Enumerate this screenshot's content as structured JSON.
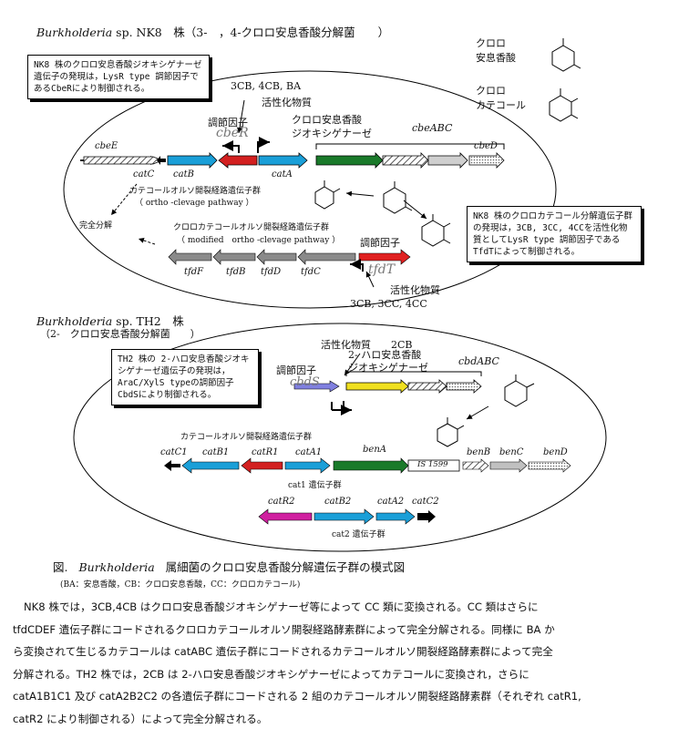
{
  "nk8": {
    "title_genus": "Burkholderia",
    "title_rest": "sp. NK8　株（3-　，4-クロロ安息香酸分解菌　　）",
    "legend_cba": "クロロ\n安息香酸",
    "legend_cc": "クロロ\nカテコール",
    "box_left": "NK8 株のクロロ安息香酸ジオキシゲナーゼ遺伝子の発現は，LysR type 調節因子であるCbeRにより制御される。",
    "box_right": "NK8 株のクロロカテコール分解遺伝子群の発現は，3CB, 3CC, 4CCを活性化物質としてLysR type 調節因子であるTfdTによって制御される。",
    "inducers_top": "3CB, 4CB, BA",
    "activator_top": "活性化物質",
    "regulator_top": "調節因子",
    "cber": "cbeR",
    "dioxygenase": "クロロ安息香酸\nジオキシゲナーゼ",
    "cbeABC": "cbeABC",
    "genes_top": [
      "cbeE",
      "catC",
      "catB",
      "catA",
      "cbeD"
    ],
    "ortho_label": "カテコールオルソ開裂経路遺伝子群",
    "ortho_sub": "（ ortho -clevage pathway ）",
    "modified_label": "クロロカテコールオルソ開裂経路遺伝子群",
    "modified_sub": "（ modified　ortho -clevage pathway ）",
    "complete": "完全分解",
    "regulator_bottom": "調節因子",
    "tfdT": "tfdT",
    "tfd_genes": [
      "tfdF",
      "tfdB",
      "tfdD",
      "tfdC"
    ],
    "activator_bottom": "活性化物質",
    "inducers_bottom": "3CB, 3CC, 4CC"
  },
  "th2": {
    "title_genus": "Burkholderia",
    "title_rest": "sp. TH2　株",
    "title_line2": "（2-　クロロ安息香酸分解菌　　）",
    "activator": "活性化物質　　2CB",
    "regulator": "調節因子",
    "cbds": "cbdS",
    "dioxygenase": "2- ハロ安息香酸\nジオキシゲナーゼ",
    "cbdABC": "cbdABC",
    "box": "TH2 株の 2-ハロ安息香酸ジオキシゲナーゼ遺伝子の発現は，AraC/XylS typeの調節因子CbdSにより制御される。",
    "catechol_label": "カテコールオルソ開裂経路遺伝子群",
    "genes_row1": [
      "catC1",
      "catB1",
      "catR1",
      "catA1",
      "benA",
      "benB",
      "benC",
      "benD"
    ],
    "is": "IS 1599",
    "cat1": "cat1 遺伝子群",
    "genes_row2": [
      "catR2",
      "catB2",
      "catA2",
      "catC2"
    ],
    "cat2": "cat2 遺伝子群"
  },
  "caption": {
    "prefix": "図.",
    "genus": "Burkholderia",
    "rest": "属細菌のクロロ安息香酸分解遺伝子群の模式図",
    "abbrev": "(BA：安息香酸，CB：クロロ安息香酸，CC：クロロカテコール)"
  },
  "paragraph": [
    "NK8 株では，3CB,4CB はクロロ安息香酸ジオキシゲナーゼ等によって CC 類に変換される。CC 類はさらに",
    "tfdCDEF 遺伝子群にコードされるクロロカテコールオルソ開裂経路酵素群によって完全分解される。同様に BA か",
    "ら変換されて生じるカテコールは catABC 遺伝子群にコードされるカテコールオルソ開裂経路酵素群によって完全",
    "分解される。TH2 株では，2CB は 2-ハロ安息香酸ジオキシゲナーゼによってカテコールに変換され，さらに",
    "catA1B1C1 及び catA2B2C2 の各遺伝子群にコードされる 2 組のカテコールオルソ開裂経路酵素群（それぞれ catR1,",
    "catR2 により制御される）によって完全分解される。"
  ]
}
